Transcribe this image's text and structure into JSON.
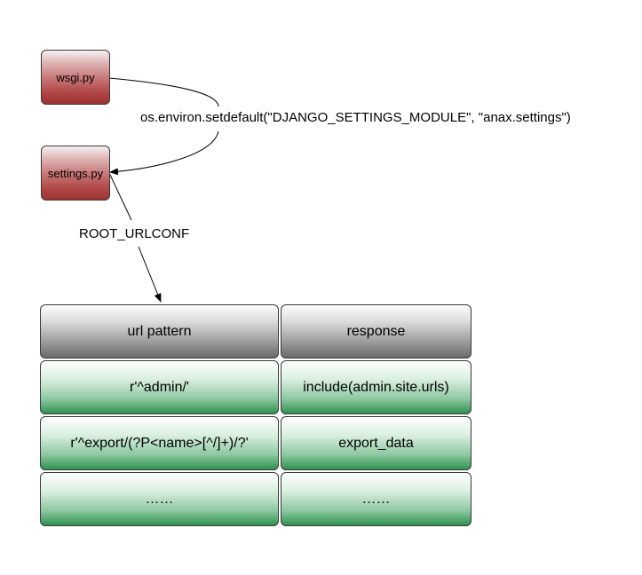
{
  "nodes": {
    "wsgi": "wsgi.py",
    "settings": "settings.py"
  },
  "edges": {
    "setdefault_label": "os.environ.setdefault(\"DJANGO_SETTINGS_MODULE\", \"anax.settings\")",
    "root_urlconf_label": "ROOT_URLCONF"
  },
  "url_table": {
    "headers": [
      "url pattern",
      "response"
    ],
    "rows": [
      [
        "r'^admin/'",
        "include(admin.site.urls)"
      ],
      [
        "r'^export/(?P<name>[^/]+)/?'",
        "export_data"
      ],
      [
        "……",
        "……"
      ]
    ]
  },
  "colors": {
    "file_node": "#b24848",
    "header_cell": "#6a6a6a",
    "row_cell": "#2f9150"
  }
}
